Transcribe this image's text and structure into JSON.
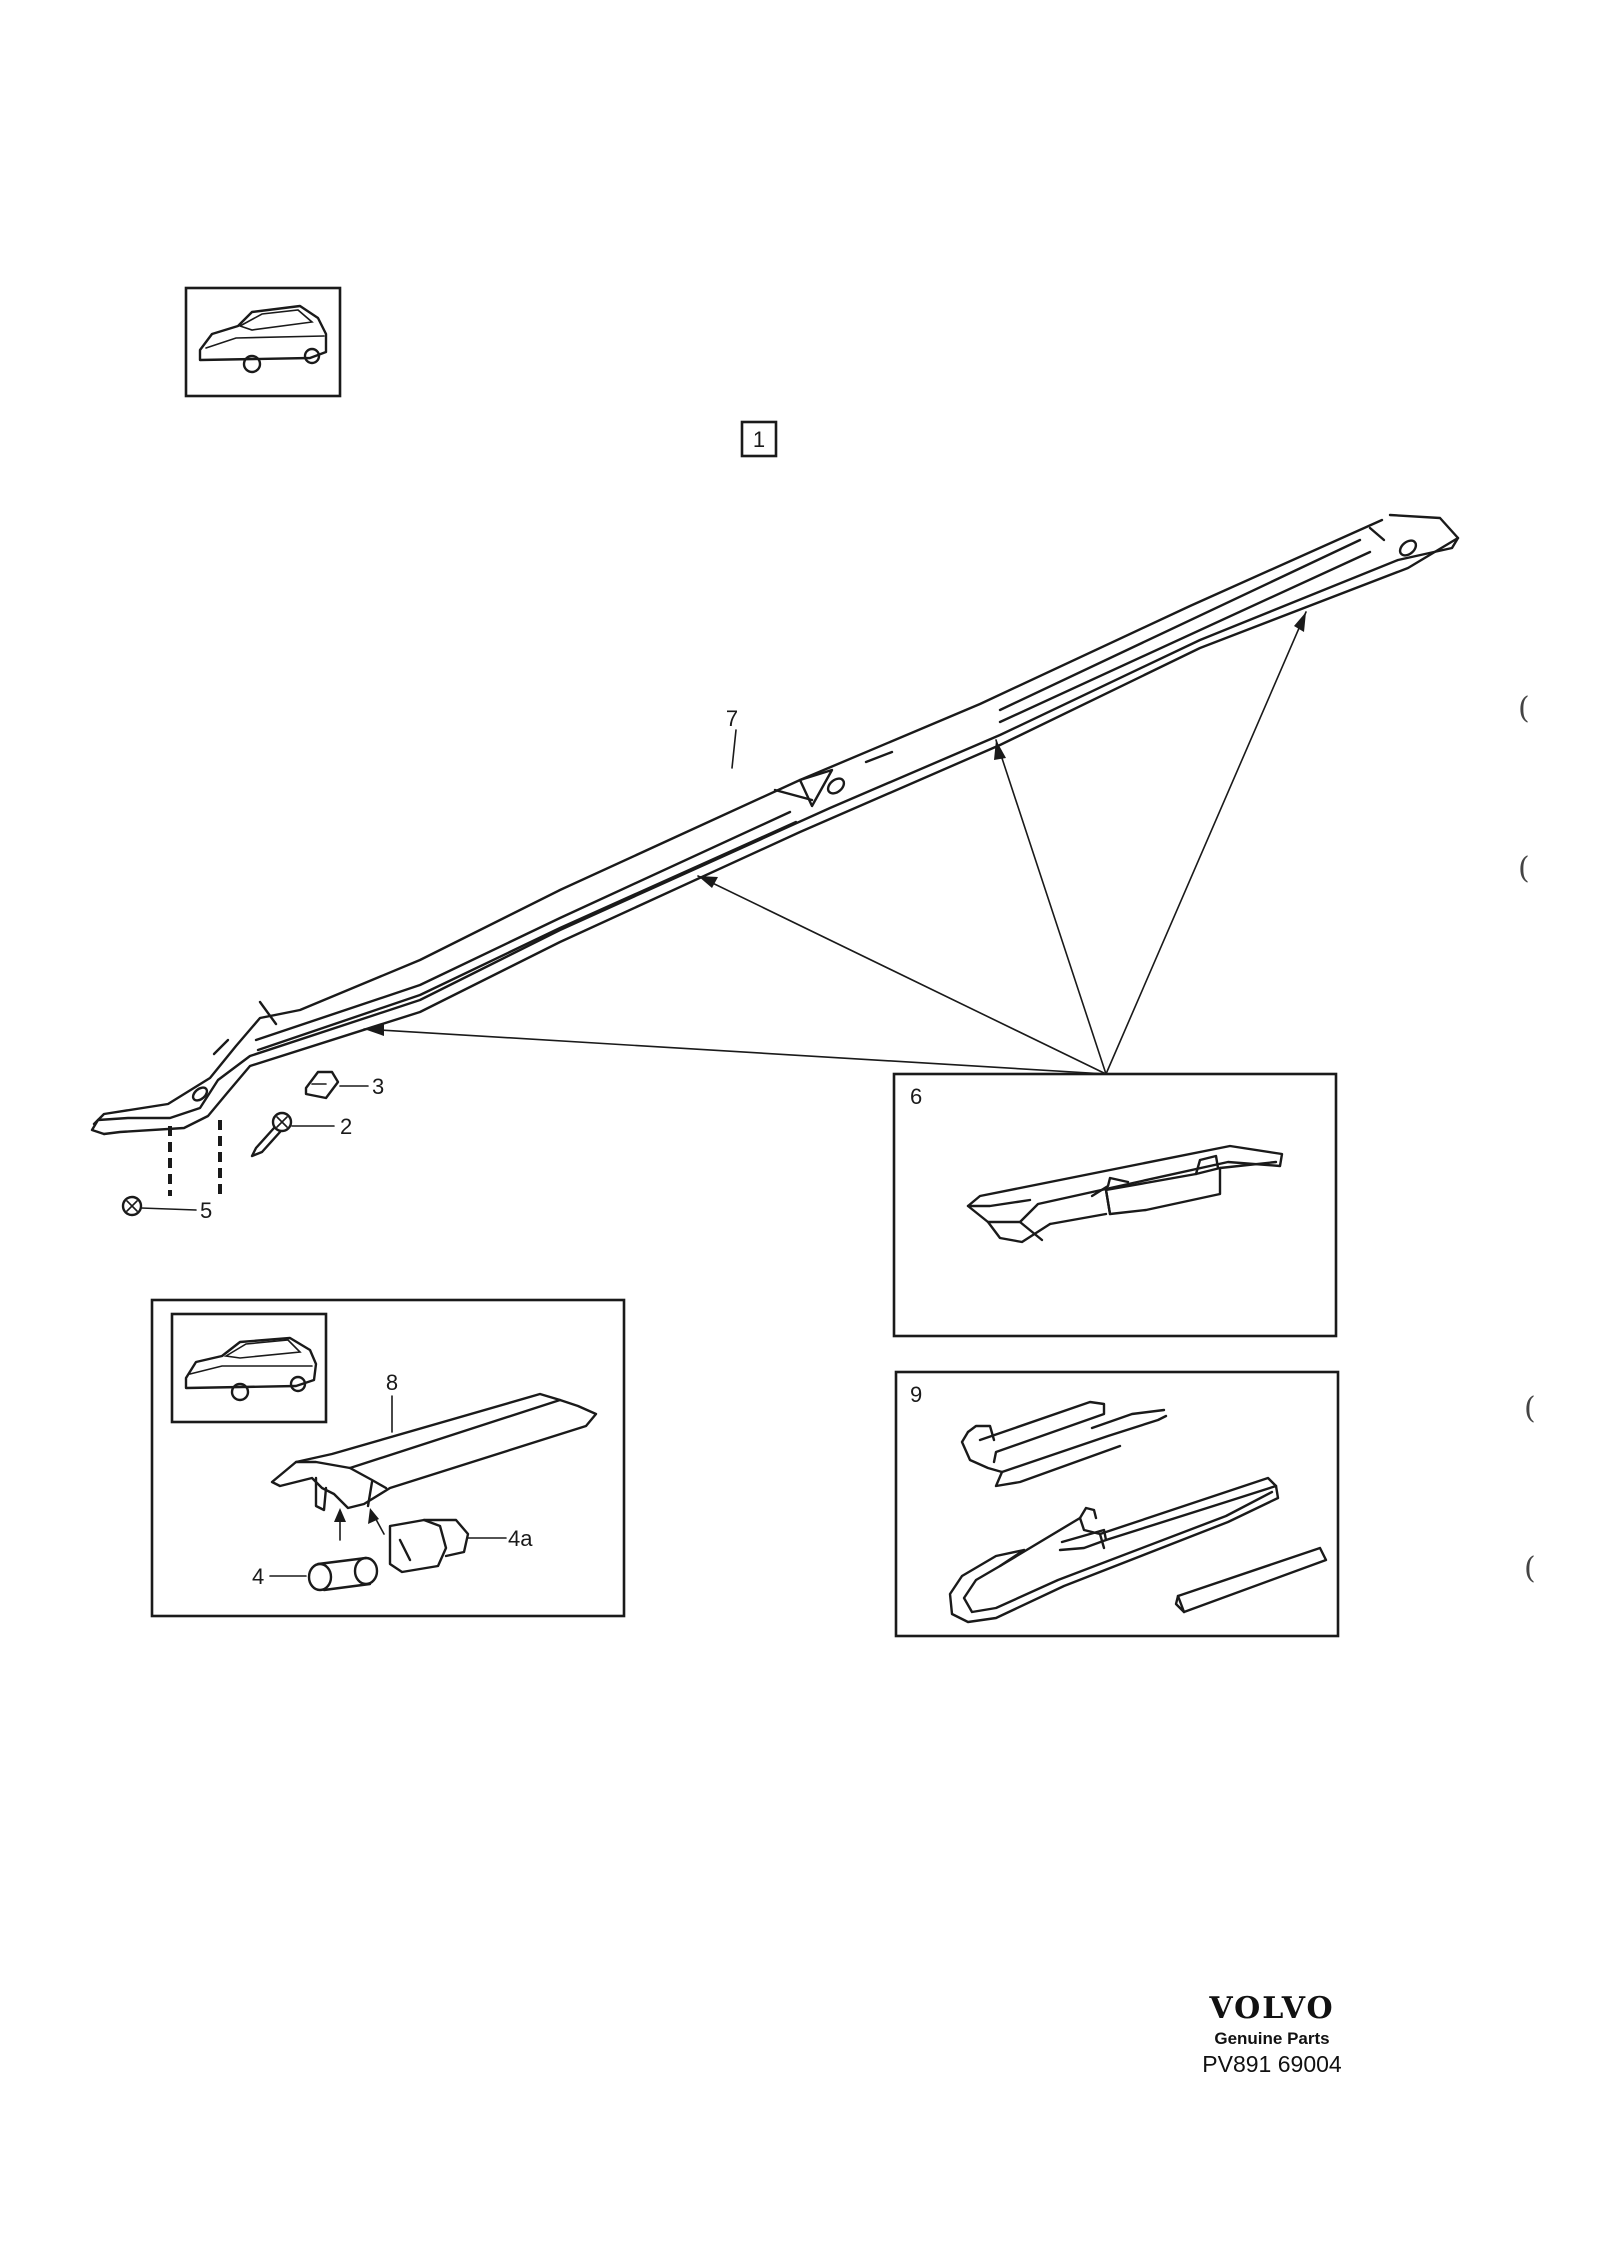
{
  "section_number": "1",
  "labels": {
    "p7": "7",
    "p3": "3",
    "p2": "2",
    "p5": "5",
    "p6": "6",
    "p8": "8",
    "p4": "4",
    "p4a": "4a",
    "p9": "9"
  },
  "margin_marks": [
    "(",
    "(",
    "(",
    "("
  ],
  "footer": {
    "brand": "VOLVO",
    "subtitle": "Genuine Parts",
    "code": "PV891 69004"
  },
  "colors": {
    "ink": "#1a1a1a",
    "paper": "#ffffff"
  }
}
